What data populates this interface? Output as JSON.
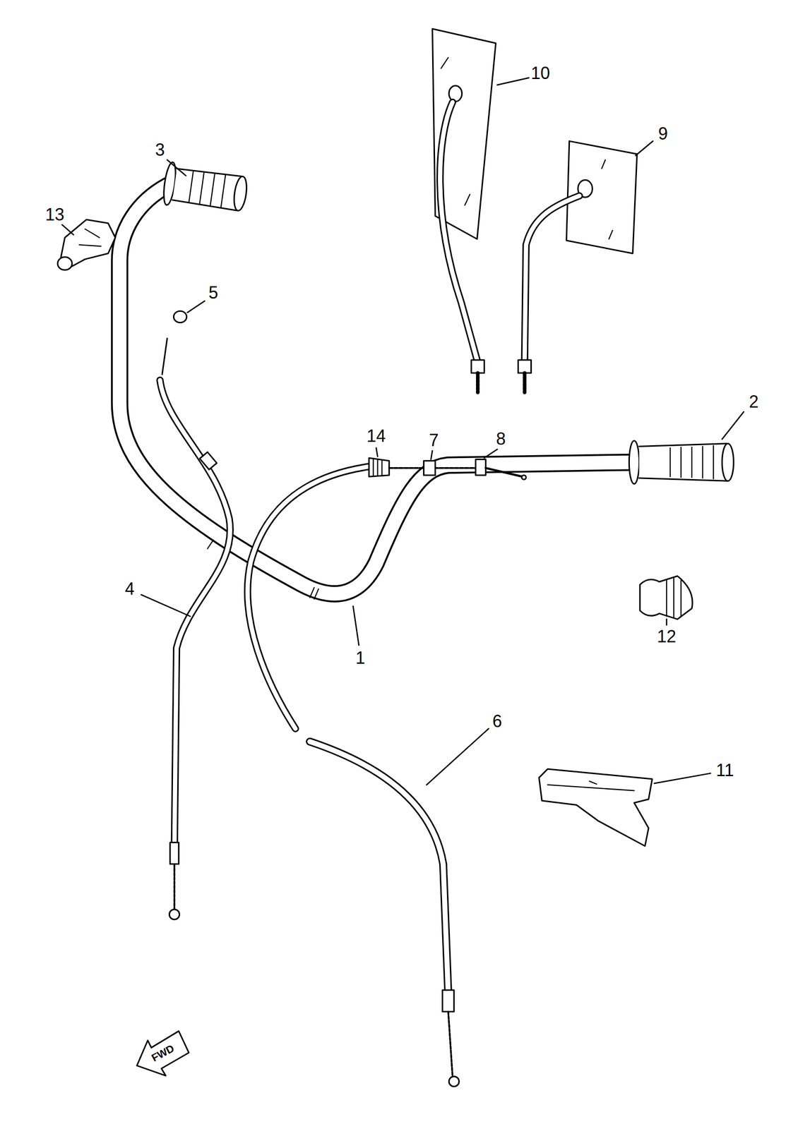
{
  "diagram": {
    "labels": [
      "10",
      "9",
      "3",
      "13",
      "5",
      "2",
      "8",
      "14",
      "7",
      "4",
      "12",
      "1",
      "6",
      "11",
      "FWD"
    ]
  }
}
